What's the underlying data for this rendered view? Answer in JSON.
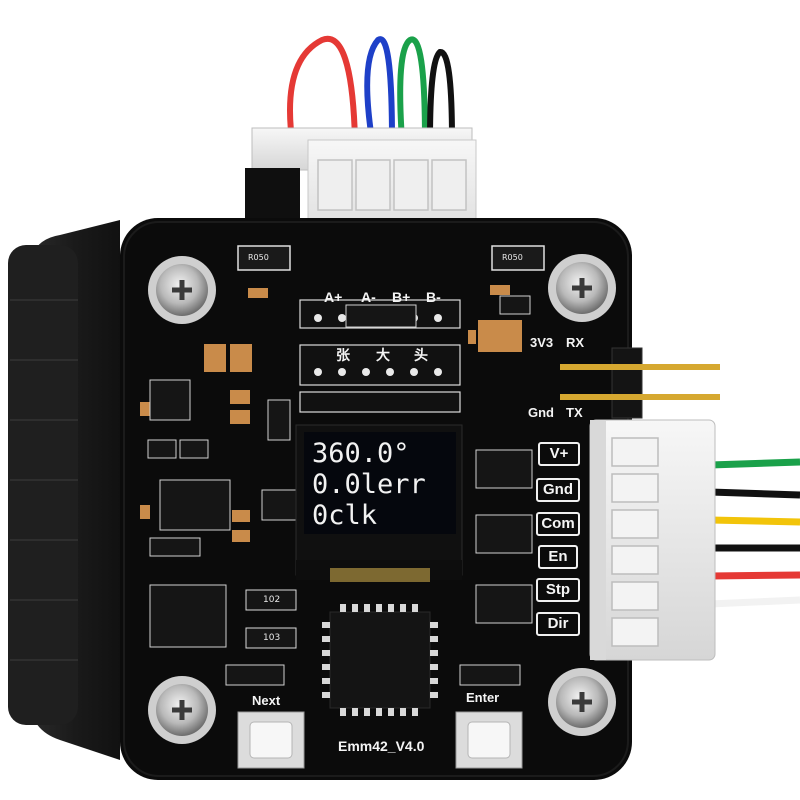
{
  "product": {
    "board_model": "Emm42_V4.0",
    "oled_lines": [
      "360.0°",
      "0.0lerr",
      "0clk"
    ],
    "motor_labels": [
      "A+",
      "A-",
      "B+",
      "B-"
    ],
    "serial_labels": {
      "v33": "3V3",
      "rx": "RX",
      "gnd": "Gnd",
      "tx": "TX"
    },
    "control_pins": [
      "V+",
      "Gnd",
      "Com",
      "En",
      "Stp",
      "Dir"
    ],
    "buttons": {
      "next": "Next",
      "enter": "Enter"
    },
    "chip_labels": {
      "resistor_left": "R050",
      "resistor_right": "R050",
      "chip_102": "102",
      "chip_103": "103"
    },
    "chinese_marks": [
      "张",
      "大",
      "头"
    ]
  },
  "colors": {
    "pcb": "#0b0b0b",
    "motor_body": "#1c1c1c",
    "connector": "#e9e9e9",
    "wire_red": "#e53935",
    "wire_blue": "#1e40c8",
    "wire_green": "#1aa14a",
    "wire_black": "#111111",
    "wire_yellow": "#f2c40a",
    "oled": "#05070d"
  }
}
